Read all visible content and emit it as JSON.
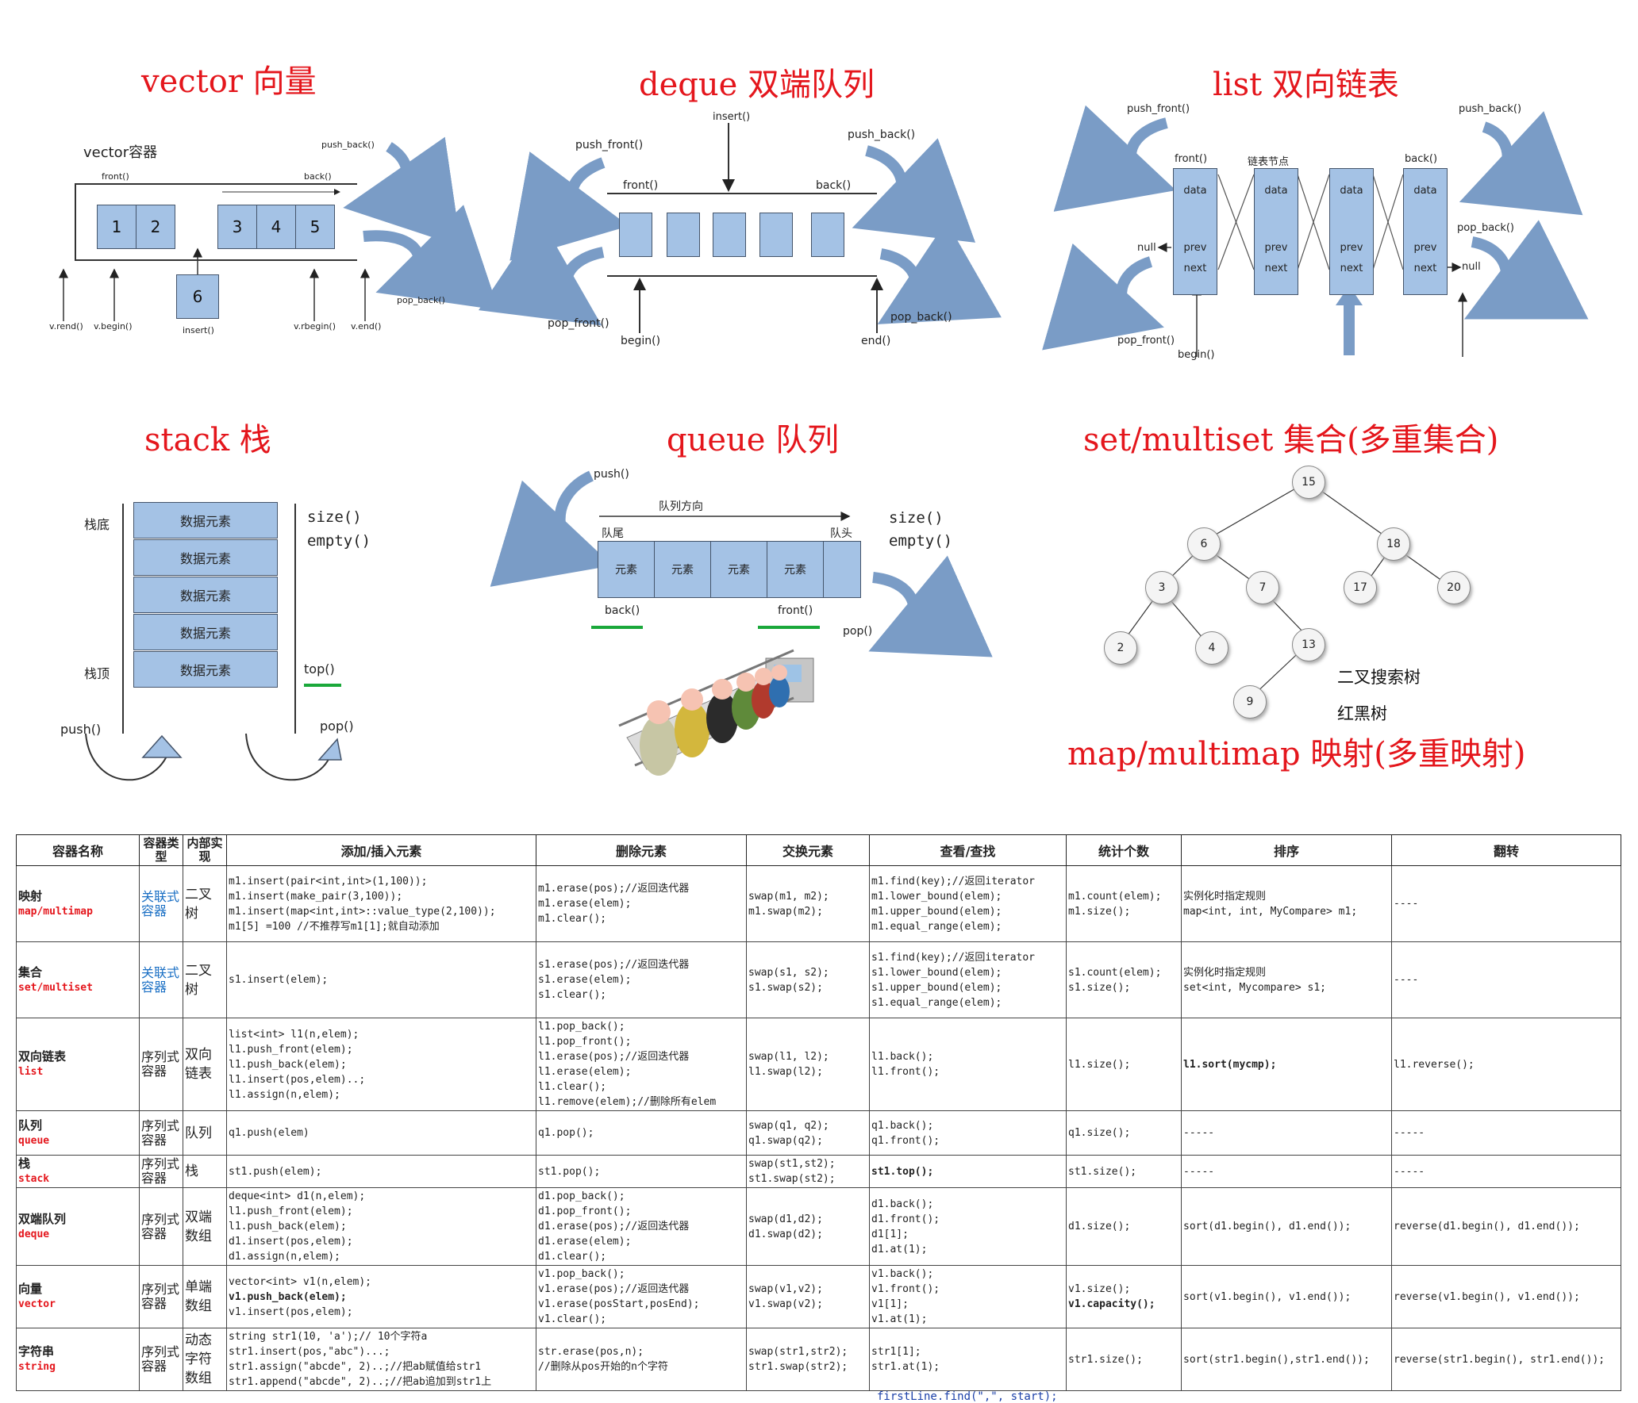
{
  "titles": {
    "vector": "vector 向量",
    "deque": "deque 双端队列",
    "list": "list 双向链表",
    "stack": "stack 栈",
    "queue": "queue 队列",
    "set": "set/multiset 集合(多重集合)",
    "map": "map/multimap 映射(多重映射)"
  },
  "vector_diagram": {
    "heading": "vector容器",
    "front": "front()",
    "back": "back()",
    "push_back": "push_back()",
    "pop_back": "pop_back()",
    "cells": [
      "1",
      "2",
      "3",
      "4",
      "5"
    ],
    "insert_value": "6",
    "insert": "insert()",
    "rend": "v.rend()",
    "begin": "v.begin()",
    "rbegin": "v.rbegin()",
    "end": "v.end()"
  },
  "deque_diagram": {
    "insert": "insert()",
    "push_front": "push_front()",
    "push_back": "push_back()",
    "front": "front()",
    "back": "back()",
    "pop_front": "pop_front()",
    "pop_back": "pop_back()",
    "begin": "begin()",
    "end": "end()"
  },
  "list_diagram": {
    "push_front": "push_front()",
    "push_back": "push_back()",
    "front": "front()",
    "node_label": "链表节点",
    "back": "back()",
    "pop_back": "pop_back()",
    "pop_front": "pop_front()",
    "null_left": "null",
    "null_right": "null",
    "begin": "begin()",
    "data": "data",
    "prev": "prev",
    "next": "next"
  },
  "stack_diagram": {
    "bottom": "栈底",
    "top_label": "栈顶",
    "cells": [
      "数据元素",
      "数据元素",
      "数据元素",
      "数据元素",
      "数据元素"
    ],
    "size": "size()",
    "empty": "empty()",
    "top": "top()",
    "push": "push()",
    "pop": "pop()"
  },
  "queue_diagram": {
    "push": "push()",
    "direction": "队列方向",
    "tail": "队尾",
    "head": "队头",
    "cells": [
      "元素",
      "元素",
      "元素",
      "元素"
    ],
    "back": "back()",
    "front": "front()",
    "pop": "pop()",
    "size": "size()",
    "empty": "empty()"
  },
  "tree_diagram": {
    "nodes": [
      "15",
      "6",
      "18",
      "3",
      "7",
      "17",
      "20",
      "2",
      "4",
      "13",
      "9"
    ],
    "bst": "二叉搜索树",
    "rbt": "红黑树"
  },
  "table": {
    "headers": [
      "容器名称",
      "容器类型",
      "内部实现",
      "添加/插入元素",
      "删除元素",
      "交换元素",
      "查看/查找",
      "统计个数",
      "排序",
      "翻转"
    ],
    "rows": [
      {
        "name": "映射",
        "name_en": "map/multimap",
        "type": "关联式容器",
        "impl": "二叉树",
        "add": [
          "m1.insert(pair<int,int>(1,100));",
          "m1.insert(make_pair(3,100));",
          "m1.insert(map<int,int>::value_type(2,100));",
          "m1[5] =100 //不推荐写m1[1];就自动添加"
        ],
        "del": [
          "m1.erase(pos);//返回迭代器",
          "m1.erase(elem);",
          "m1.clear();"
        ],
        "swap": [
          "swap(m1, m2);",
          "m1.swap(m2);"
        ],
        "find": [
          "m1.find(key);//返回iterator",
          "m1.lower_bound(elem);",
          "m1.upper_bound(elem);",
          "m1.equal_range(elem);"
        ],
        "count": [
          "m1.count(elem);",
          "m1.size();"
        ],
        "sort": [
          "实例化时指定规则",
          "map<int, int, MyCompare> m1;"
        ],
        "rev": [
          "----"
        ]
      },
      {
        "name": "集合",
        "name_en": "set/multiset",
        "type": "关联式容器",
        "impl": "二叉树",
        "add": [
          "s1.insert(elem);"
        ],
        "del": [
          "s1.erase(pos);//返回迭代器",
          "s1.erase(elem);",
          "s1.clear();"
        ],
        "swap": [
          "swap(s1, s2);",
          "s1.swap(s2);"
        ],
        "find": [
          "s1.find(key);//返回iterator",
          "s1.lower_bound(elem);",
          "s1.upper_bound(elem);",
          "s1.equal_range(elem);"
        ],
        "count": [
          "s1.count(elem);",
          "s1.size();"
        ],
        "sort": [
          "实例化时指定规则",
          "set<int, Mycompare> s1;"
        ],
        "rev": [
          "----"
        ]
      },
      {
        "name": "双向链表",
        "name_en": "list",
        "type": "序列式容器",
        "impl": "双向链表",
        "add": [
          "list<int> l1(n,elem);",
          "l1.push_front(elem);",
          "l1.push_back(elem);",
          "l1.insert(pos,elem)..;",
          "l1.assign(n,elem);"
        ],
        "del": [
          "l1.pop_back();",
          "l1.pop_front();",
          "l1.erase(pos);//返回迭代器",
          "l1.erase(elem);",
          "l1.clear();",
          "l1.remove(elem);//删除所有elem"
        ],
        "swap": [
          "swap(l1, l2);",
          "l1.swap(l2);"
        ],
        "find": [
          "l1.back();",
          "l1.front();"
        ],
        "count": [
          "l1.size();"
        ],
        "sort": [
          "l1.sort(mycmp);"
        ],
        "rev": [
          "l1.reverse();"
        ]
      },
      {
        "name": "队列",
        "name_en": "queue",
        "type": "序列式容器",
        "impl": "队列",
        "add": [
          "q1.push(elem)"
        ],
        "del": [
          "q1.pop();"
        ],
        "swap": [
          "swap(q1, q2);",
          "q1.swap(q2);"
        ],
        "find": [
          "q1.back();",
          "q1.front();"
        ],
        "count": [
          "q1.size();"
        ],
        "sort": [
          "-----"
        ],
        "rev": [
          "-----"
        ]
      },
      {
        "name": "栈",
        "name_en": "stack",
        "type": "序列式容器",
        "impl": "栈",
        "add": [
          "st1.push(elem);"
        ],
        "del": [
          "st1.pop();"
        ],
        "swap": [
          "swap(st1,st2);",
          "st1.swap(st2);"
        ],
        "find": [
          "st1.top();"
        ],
        "count": [
          "st1.size();"
        ],
        "sort": [
          "-----"
        ],
        "rev": [
          "-----"
        ]
      },
      {
        "name": "双端队列",
        "name_en": "deque",
        "type": "序列式容器",
        "impl": "双端数组",
        "add": [
          "deque<int> d1(n,elem);",
          "l1.push_front(elem);",
          "l1.push_back(elem);",
          "d1.insert(pos,elem);",
          "d1.assign(n,elem);"
        ],
        "del": [
          "d1.pop_back();",
          "d1.pop_front();",
          "d1.erase(pos);//返回迭代器",
          "d1.erase(elem);",
          "d1.clear();"
        ],
        "swap": [
          "swap(d1,d2);",
          "d1.swap(d2);"
        ],
        "find": [
          "d1.back();",
          "d1.front();",
          "d1[1];",
          "d1.at(1);"
        ],
        "count": [
          "d1.size();"
        ],
        "sort": [
          "sort(d1.begin(), d1.end());"
        ],
        "rev": [
          "reverse(d1.begin(), d1.end());"
        ]
      },
      {
        "name": "向量",
        "name_en": "vector",
        "type": "序列式容器",
        "impl": "单端数组",
        "add": [
          "vector<int> v1(n,elem);",
          "v1.push_back(elem);",
          "v1.insert(pos,elem);"
        ],
        "del": [
          "v1.pop_back();",
          "v1.erase(pos);//返回迭代器",
          "v1.erase(posStart,posEnd);",
          "v1.clear();"
        ],
        "swap": [
          "swap(v1,v2);",
          "v1.swap(v2);"
        ],
        "find": [
          "v1.back();",
          "v1.front();",
          "v1[1];",
          "v1.at(1);"
        ],
        "count": [
          "v1.size();",
          "v1.capacity();"
        ],
        "sort": [
          "sort(v1.begin(), v1.end());"
        ],
        "rev": [
          "reverse(v1.begin(), v1.end());"
        ]
      },
      {
        "name": "字符串",
        "name_en": "string",
        "type": "序列式容器",
        "impl": "动态字符数组",
        "add": [
          "string str1(10, 'a');// 10个字符a",
          "str1.insert(pos,\"abc\")...;",
          "str1.assign(\"abcde\", 2)..;//把ab赋值给str1",
          "str1.append(\"abcde\", 2)..;//把ab追加到str1上"
        ],
        "del": [
          "str.erase(pos,n);",
          "//删除从pos开始的n个字符"
        ],
        "swap": [
          "swap(str1,str2);",
          "str1.swap(str2);"
        ],
        "find": [
          "str1[1];",
          "str1.at(1);"
        ],
        "count": [
          "str1.size();"
        ],
        "sort": [
          "sort(str1.begin(),str1.end());"
        ],
        "rev": [
          "reverse(str1.begin(), str1.end());"
        ]
      }
    ]
  },
  "footer_code": "firstLine.find(\",\", start);"
}
